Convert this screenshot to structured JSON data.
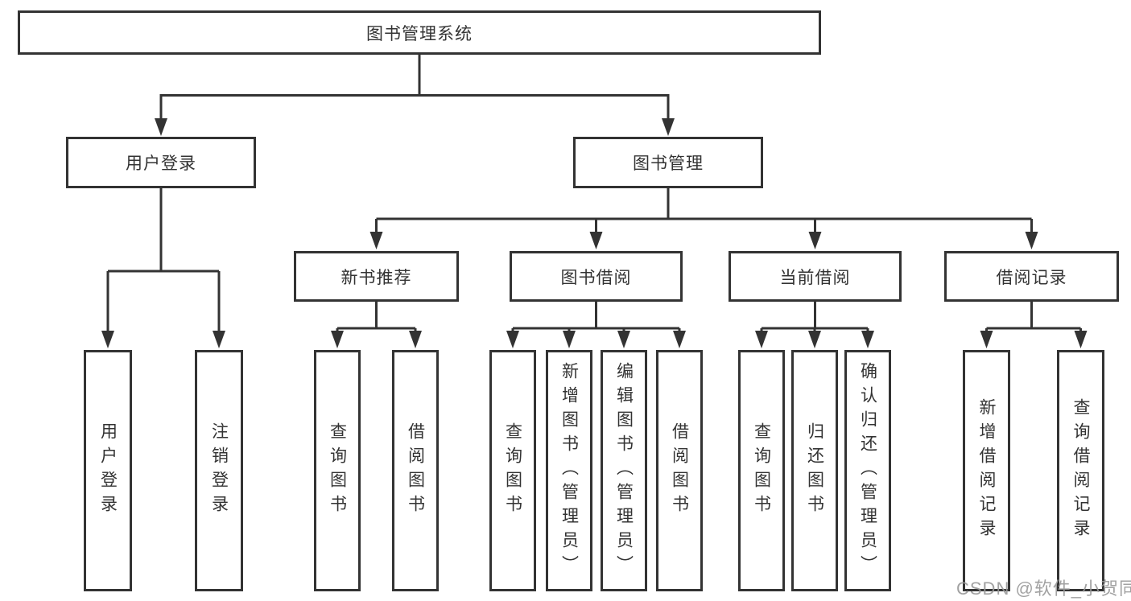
{
  "colors": {
    "line": "#333333",
    "box_border": "#333333",
    "text": "#333333",
    "watermark": "#999999",
    "background": "#ffffff"
  },
  "watermark": {
    "text": "CSDN @软件_小贺同学"
  },
  "tree": {
    "root": {
      "label": "图书管理系统"
    },
    "user_login": {
      "label": "用户登录",
      "children": [
        {
          "label": "用户登录"
        },
        {
          "label": "注销登录"
        }
      ]
    },
    "book_mgmt": {
      "label": "图书管理",
      "sections": [
        {
          "label": "新书推荐",
          "children": [
            {
              "label": "查询图书"
            },
            {
              "label": "借阅图书"
            }
          ]
        },
        {
          "label": "图书借阅",
          "children": [
            {
              "label": "查询图书"
            },
            {
              "label": "新增图书（管理员）"
            },
            {
              "label": "编辑图书（管理员）"
            },
            {
              "label": "借阅图书"
            }
          ]
        },
        {
          "label": "当前借阅",
          "children": [
            {
              "label": "查询图书"
            },
            {
              "label": "归还图书"
            },
            {
              "label": "确认归还（管理员）"
            }
          ]
        },
        {
          "label": "借阅记录",
          "children": [
            {
              "label": "新增借阅记录"
            },
            {
              "label": "查询借阅记录"
            }
          ]
        }
      ]
    }
  }
}
